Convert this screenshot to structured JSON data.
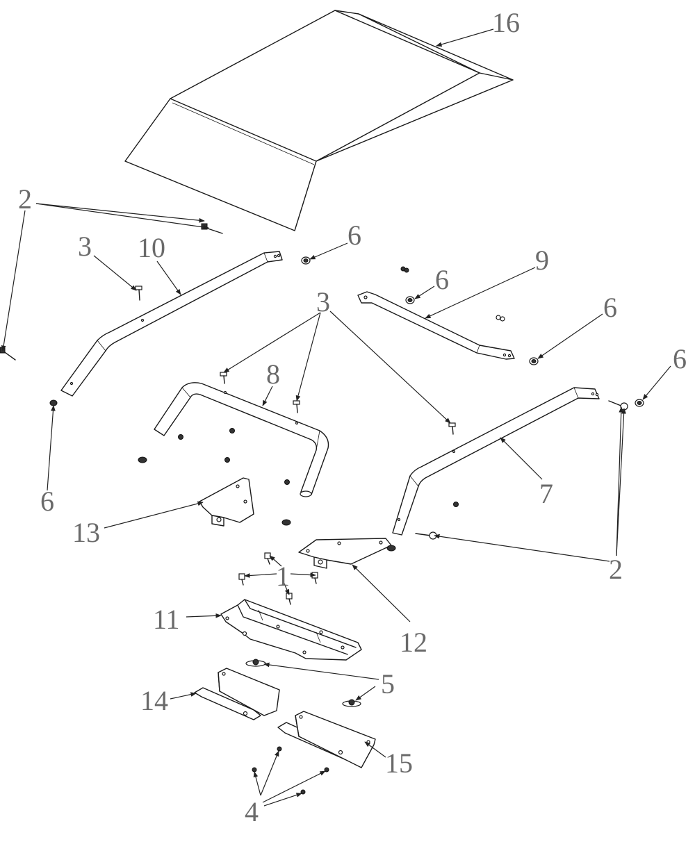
{
  "diagram": {
    "colors": {
      "line": "#1a1a1a",
      "callout_text": "#6a6a6a",
      "background": "#ffffff"
    },
    "callouts": {
      "c1": "1",
      "c2a": "2",
      "c2b": "2",
      "c3a": "3",
      "c3b": "3",
      "c4": "4",
      "c5": "5",
      "c6a": "6",
      "c6b": "6",
      "c6c": "6",
      "c6d": "6",
      "c6e": "6",
      "c7": "7",
      "c8": "8",
      "c9": "9",
      "c10": "10",
      "c11": "11",
      "c12": "12",
      "c13": "13",
      "c14": "14",
      "c15": "15",
      "c16": "16"
    }
  }
}
